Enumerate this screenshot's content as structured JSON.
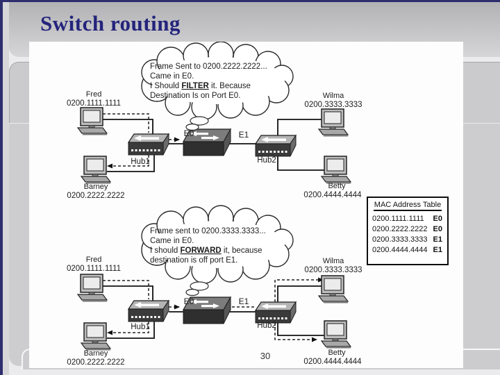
{
  "slide": {
    "title": "Switch routing",
    "page_number": "30"
  },
  "colors": {
    "accent_navy": "#2e2e6e",
    "title_text": "#24247c",
    "slide_bg": "#cdcdd0",
    "diagram_bg": "#fdfdfd"
  },
  "devices": {
    "fred": {
      "name": "Fred",
      "mac": "0200.1111.1111"
    },
    "wilma": {
      "name": "Wilma",
      "mac": "0200.3333.3333"
    },
    "barney": {
      "name": "Barney",
      "mac": "0200.2222.2222"
    },
    "betty": {
      "name": "Betty",
      "mac": "0200.4444.4444"
    },
    "hub1": "Hub1",
    "hub2": "Hub2",
    "e0": "E0",
    "e1": "E1"
  },
  "clouds": {
    "filter": {
      "line1": "Frame Sent to 0200.2222.2222...",
      "line2": "Came in E0.",
      "line3_pre": "I Should ",
      "line3_keyword": "FILTER",
      "line3_post": " it. Because",
      "line4": "Destination Is on Port E0."
    },
    "forward": {
      "line1": "Frame sent to 0200.3333.3333...",
      "line2": "Came in E0.",
      "line3_pre": "I should ",
      "line3_keyword": "FORWARD",
      "line3_post": " it, because",
      "line4": "destination is off port E1."
    }
  },
  "mac_table": {
    "title": "MAC Address Table",
    "rows": [
      {
        "mac": "0200.1111.1111",
        "port": "E0"
      },
      {
        "mac": "0200.2222.2222",
        "port": "E0"
      },
      {
        "mac": "0200.3333.3333",
        "port": "E1"
      },
      {
        "mac": "0200.4444.4444",
        "port": "E1"
      }
    ]
  }
}
